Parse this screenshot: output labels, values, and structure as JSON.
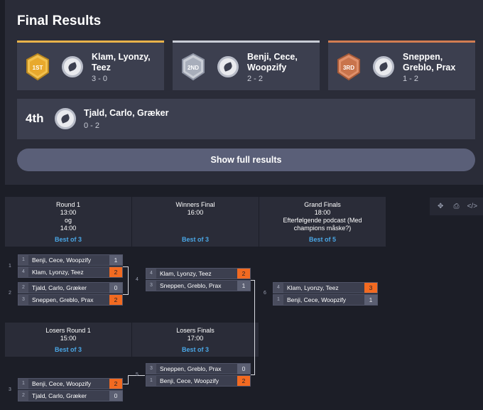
{
  "final_results": {
    "title": "Final Results",
    "podium": [
      {
        "badge": "1ST",
        "names": "Klam, Lyonzy, Teez",
        "score": "3 - 0"
      },
      {
        "badge": "2ND",
        "names": "Benji, Cece, Woopzify",
        "score": "2 - 2"
      },
      {
        "badge": "3RD",
        "names": "Sneppen, Greblo, Prax",
        "score": "1 - 2"
      }
    ],
    "fourth": {
      "place": "4th",
      "names": "Tjald, Carlo, Græker",
      "score": "0 - 2"
    },
    "show_full_label": "Show full results"
  },
  "rounds": {
    "r1": {
      "name": "Round 1",
      "time1": "13:00",
      "time2": "og",
      "time3": "14:00",
      "bo": "Best of 3"
    },
    "wf": {
      "name": "Winners Final",
      "time": "16:00",
      "bo": "Best of 3"
    },
    "gf": {
      "name": "Grand Finals",
      "time": "18:00",
      "note": "Efterfølgende podcast (Med champions måske?)",
      "bo": "Best of 5"
    },
    "lr1": {
      "name": "Losers Round 1",
      "time": "15:00",
      "bo": "Best of 3"
    },
    "lf": {
      "name": "Losers Finals",
      "time": "17:00",
      "bo": "Best of 3"
    }
  },
  "matches": {
    "m1": {
      "num": "1",
      "a": {
        "seed": "1",
        "name": "Benji, Cece, Woopzify",
        "score": "1"
      },
      "b": {
        "seed": "4",
        "name": "Klam, Lyonzy, Teez",
        "score": "2"
      }
    },
    "m2": {
      "num": "2",
      "a": {
        "seed": "2",
        "name": "Tjald, Carlo, Græker",
        "score": "0"
      },
      "b": {
        "seed": "3",
        "name": "Sneppen, Greblo, Prax",
        "score": "2"
      }
    },
    "m4": {
      "num": "4",
      "a": {
        "seed": "4",
        "name": "Klam, Lyonzy, Teez",
        "score": "2"
      },
      "b": {
        "seed": "3",
        "name": "Sneppen, Greblo, Prax",
        "score": "1"
      }
    },
    "m6": {
      "num": "6",
      "a": {
        "seed": "4",
        "name": "Klam, Lyonzy, Teez",
        "score": "3"
      },
      "b": {
        "seed": "1",
        "name": "Benji, Cece, Woopzify",
        "score": "1"
      }
    },
    "m3": {
      "num": "3",
      "a": {
        "seed": "1",
        "name": "Benji, Cece, Woopzify",
        "score": "2"
      },
      "b": {
        "seed": "2",
        "name": "Tjald, Carlo, Græker",
        "score": "0"
      }
    },
    "m5": {
      "num": "5",
      "a": {
        "seed": "3",
        "name": "Sneppen, Greblo, Prax",
        "score": "0"
      },
      "b": {
        "seed": "1",
        "name": "Benji, Cece, Woopzify",
        "score": "2"
      }
    }
  },
  "toolbar": {
    "icons": [
      "move-icon",
      "print-icon",
      "code-icon"
    ]
  },
  "colors": {
    "accent_win": "#f26a21",
    "best_of": "#4aa7e6",
    "gold": "#e8b34a",
    "silver": "#c8ccd6",
    "bronze": "#d27d52"
  }
}
